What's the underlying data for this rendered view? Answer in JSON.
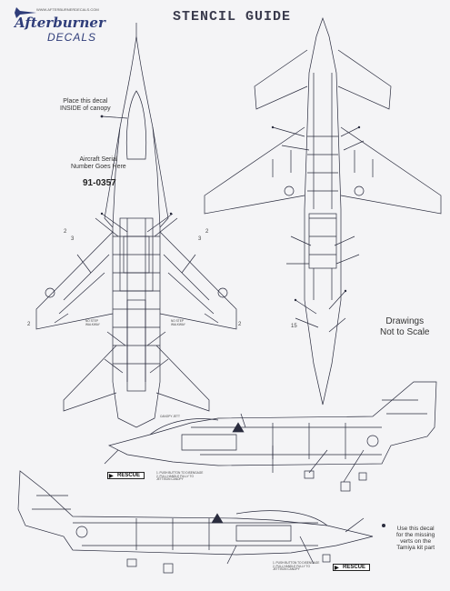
{
  "header": {
    "title": "STENCIL GUIDE",
    "brand_url": "WWW.AFTERBURNERDECALS.COM",
    "brand_name": "Afterburner",
    "brand_sub": "DECALS"
  },
  "notes": {
    "canopy_line1": "Place this decal",
    "canopy_line2": "INSIDE of canopy",
    "serial_line1": "Aircraft Serial",
    "serial_line2": "Number Goes Here",
    "serial_number": "91-0357",
    "drawings_line1": "Drawings",
    "drawings_line2": "Not to Scale",
    "verts_line1": "Use this decal",
    "verts_line2": "for the missing",
    "verts_line3": "verts on the",
    "verts_line4": "Tamiya kit part"
  },
  "callouts": {
    "rescue": "RESCUE",
    "num_2": "2",
    "num_3": "3",
    "num_15": "15",
    "no_step": "NO STEP",
    "no_step_sub": "WALKWAY",
    "canopy_jett": "CANOPY JETT",
    "push_text1": "1. PUSH BUTTON TO DISENGAGE",
    "push_text2": "2. PULL HANDLE FULLY TO",
    "push_text3": "   JETTISON CANOPY"
  },
  "colors": {
    "ink": "#2a2c3e",
    "brand": "#2f3d7a",
    "paper": "#f4f4f6"
  }
}
